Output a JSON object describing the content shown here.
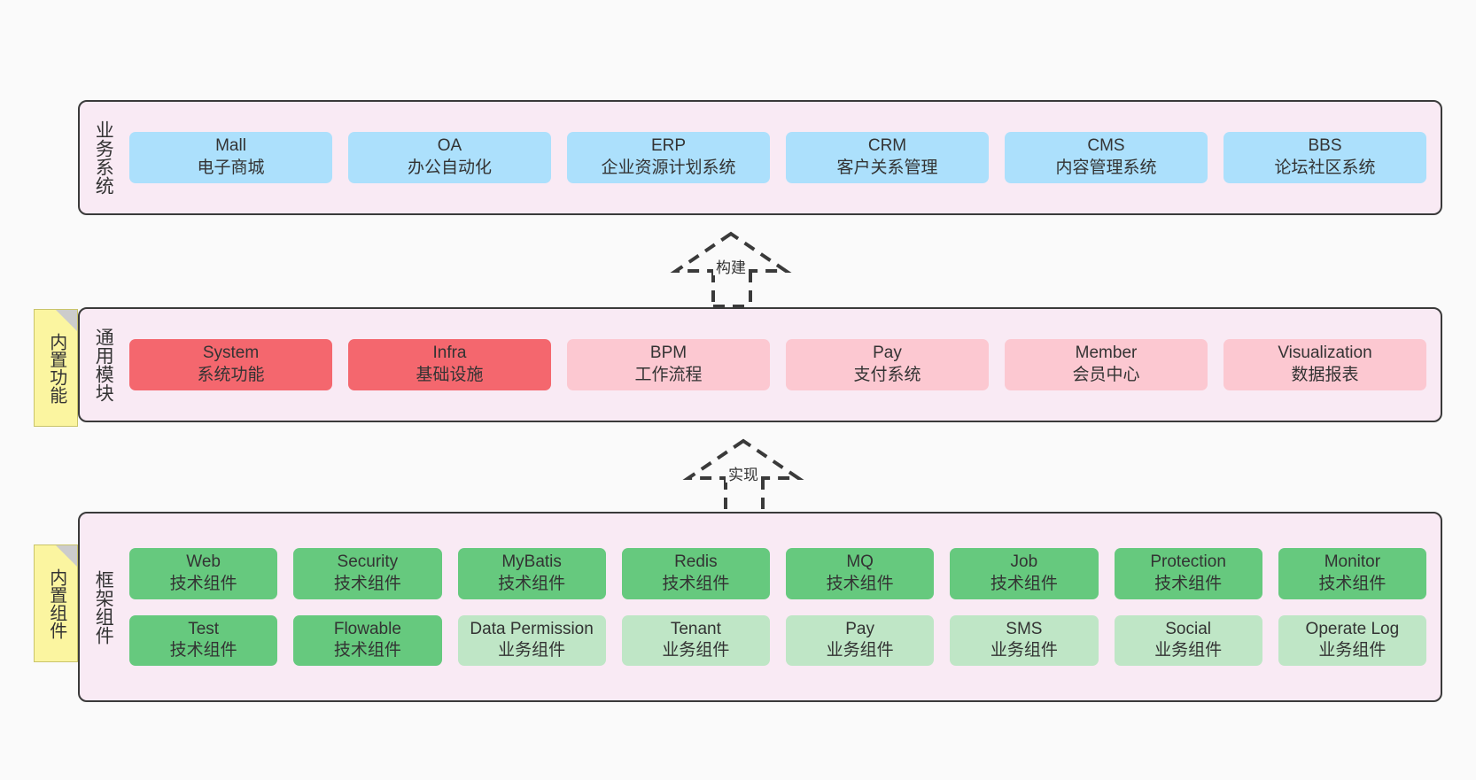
{
  "diagram": {
    "title_implied": "",
    "background": "#fafafa",
    "panel_fill": "#f9eaf4",
    "panel_border": "#3a3a3a",
    "note_fill": "#fbf5a0",
    "note_fold": "#cccccc"
  },
  "layers": [
    {
      "id": "business",
      "title": "业务系统",
      "color": "#ace0fc",
      "rows": [
        [
          {
            "name": "Mall",
            "desc": "电子商城",
            "style": "c-blue"
          },
          {
            "name": "OA",
            "desc": "办公自动化",
            "style": "c-blue"
          },
          {
            "name": "ERP",
            "desc": "企业资源计划系统",
            "style": "c-blue"
          },
          {
            "name": "CRM",
            "desc": "客户关系管理",
            "style": "c-blue"
          },
          {
            "name": "CMS",
            "desc": "内容管理系统",
            "style": "c-blue"
          },
          {
            "name": "BBS",
            "desc": "论坛社区系统",
            "style": "c-blue"
          }
        ]
      ]
    },
    {
      "id": "common",
      "title": "通用模块",
      "note": "内置功能",
      "rows": [
        [
          {
            "name": "System",
            "desc": "系统功能",
            "style": "c-red"
          },
          {
            "name": "Infra",
            "desc": "基础设施",
            "style": "c-red"
          },
          {
            "name": "BPM",
            "desc": "工作流程",
            "style": "c-pink"
          },
          {
            "name": "Pay",
            "desc": "支付系统",
            "style": "c-pink"
          },
          {
            "name": "Member",
            "desc": "会员中心",
            "style": "c-pink"
          },
          {
            "name": "Visualization",
            "desc": "数据报表",
            "style": "c-pink"
          }
        ]
      ]
    },
    {
      "id": "framework",
      "title": "框架组件",
      "note": "内置组件",
      "rows": [
        [
          {
            "name": "Web",
            "desc": "技术组件",
            "style": "c-green"
          },
          {
            "name": "Security",
            "desc": "技术组件",
            "style": "c-green"
          },
          {
            "name": "MyBatis",
            "desc": "技术组件",
            "style": "c-green"
          },
          {
            "name": "Redis",
            "desc": "技术组件",
            "style": "c-green"
          },
          {
            "name": "MQ",
            "desc": "技术组件",
            "style": "c-green"
          },
          {
            "name": "Job",
            "desc": "技术组件",
            "style": "c-green"
          },
          {
            "name": "Protection",
            "desc": "技术组件",
            "style": "c-green"
          },
          {
            "name": "Monitor",
            "desc": "技术组件",
            "style": "c-green"
          }
        ],
        [
          {
            "name": "Test",
            "desc": "技术组件",
            "style": "c-green"
          },
          {
            "name": "Flowable",
            "desc": "技术组件",
            "style": "c-green"
          },
          {
            "name": "Data Permission",
            "desc": "业务组件",
            "style": "c-lightgreen",
            "wrap": true
          },
          {
            "name": "Tenant",
            "desc": "业务组件",
            "style": "c-lightgreen"
          },
          {
            "name": "Pay",
            "desc": "业务组件",
            "style": "c-lightgreen"
          },
          {
            "name": "SMS",
            "desc": "业务组件",
            "style": "c-lightgreen"
          },
          {
            "name": "Social",
            "desc": "业务组件",
            "style": "c-lightgreen"
          },
          {
            "name": "Operate Log",
            "desc": "业务组件",
            "style": "c-lightgreen"
          }
        ]
      ]
    }
  ],
  "connectors": [
    {
      "id": "build",
      "label": "构建",
      "from": "common",
      "to": "business",
      "style": "dashed-generalization"
    },
    {
      "id": "implement",
      "label": "实现",
      "from": "framework",
      "to": "common",
      "style": "dashed-generalization"
    }
  ]
}
